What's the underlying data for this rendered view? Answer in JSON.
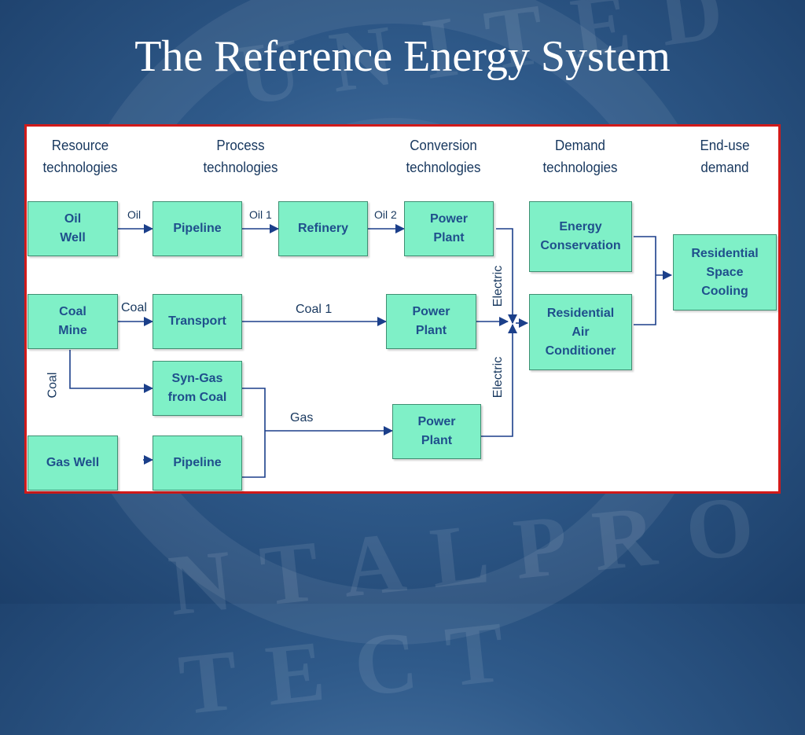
{
  "title": "The Reference Energy System",
  "headers": {
    "resource": "Resource\ntechnologies",
    "process": "Process\ntechnologies",
    "conversion": "Conversion\ntechnologies",
    "demand": "Demand\ntechnologies",
    "enduse": "End-use\ndemand"
  },
  "nodes": {
    "oil_well": "Oil\nWell",
    "coal_mine": "Coal\nMine",
    "gas_well": "Gas Well",
    "pipeline_oil": "Pipeline",
    "refinery": "Refinery",
    "transport": "Transport",
    "syngas": "Syn-Gas\nfrom Coal",
    "pipeline_gas": "Pipeline",
    "power_plant_1": "Power\nPlant",
    "power_plant_2": "Power\nPlant",
    "power_plant_3": "Power\nPlant",
    "energy_conservation": "Energy\nConservation",
    "residential_ac": "Residential\nAir\nConditioner",
    "residential_cooling": "Residential\nSpace\nCooling"
  },
  "edge_labels": {
    "oil": "Oil",
    "oil1": "Oil 1",
    "oil2": "Oil 2",
    "coal": "Coal",
    "coal1": "Coal 1",
    "coal_vertical": "Coal",
    "gas": "Gas",
    "electric_top": "Electric",
    "electric_bottom": "Electric"
  },
  "colors": {
    "node_fill": "#7ff0c7",
    "node_text": "#1f4f8c",
    "arrow": "#1b3f8a",
    "frame_border": "#d11a1a"
  }
}
